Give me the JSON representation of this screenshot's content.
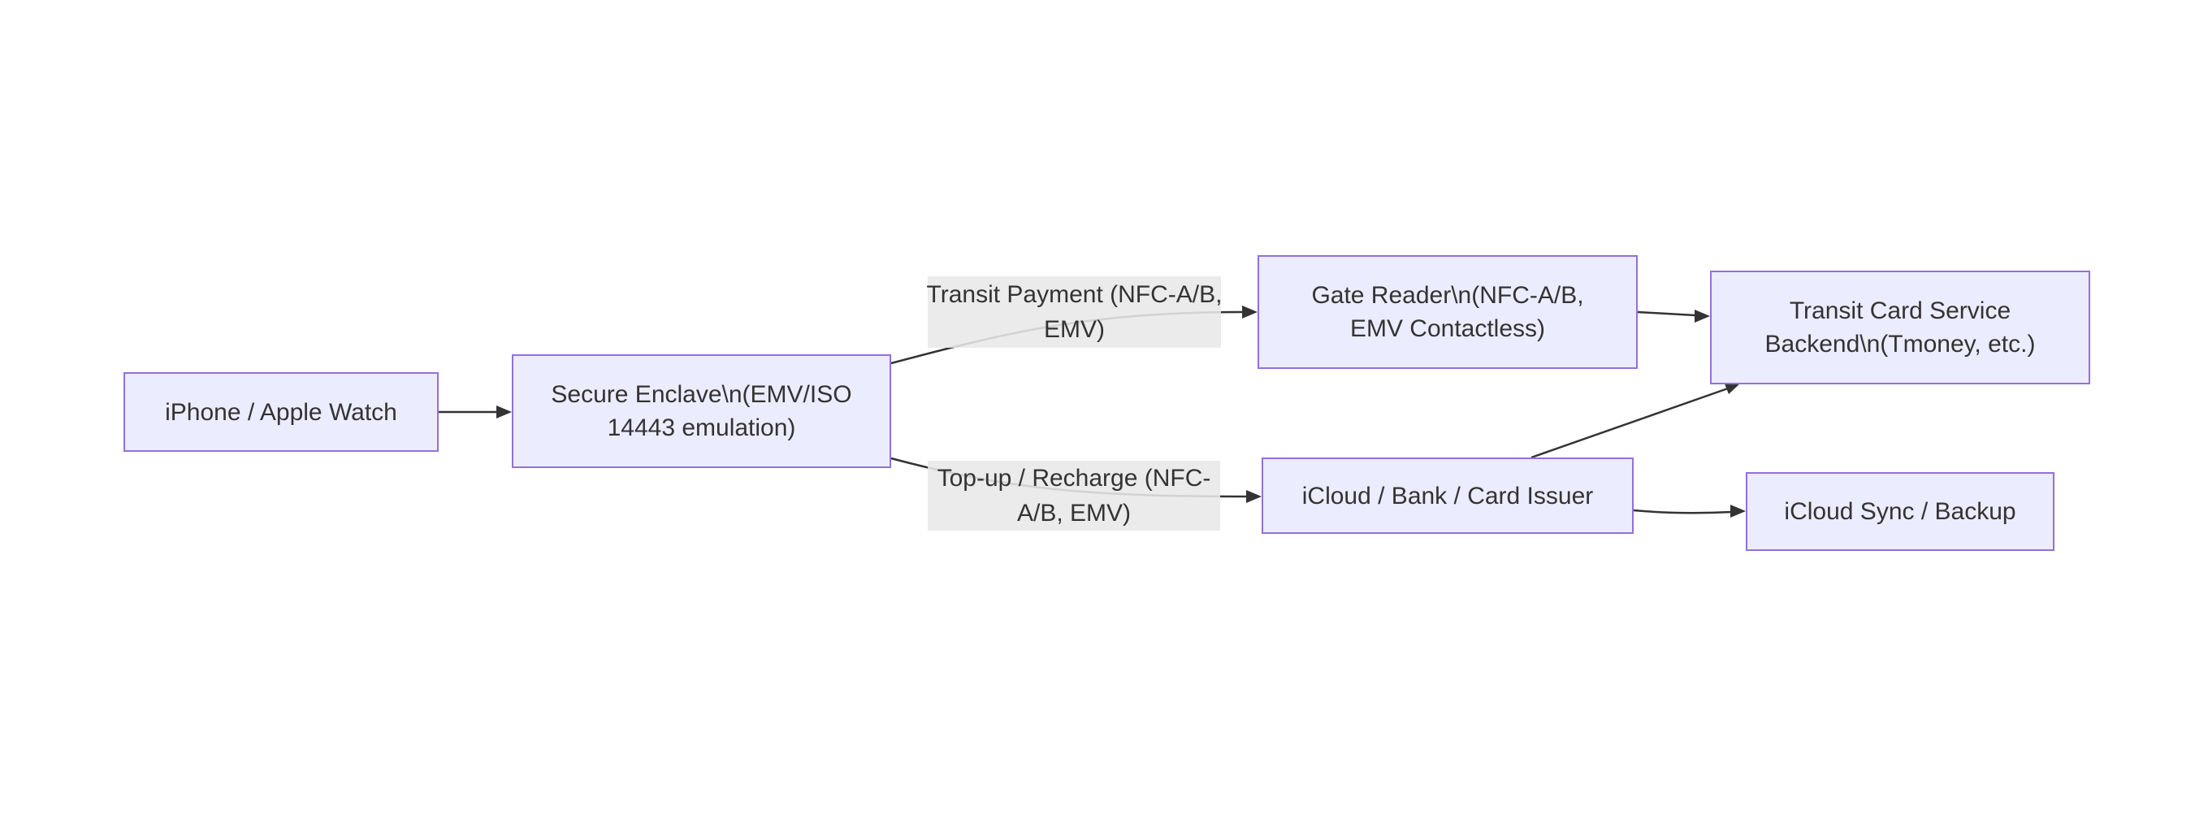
{
  "colors": {
    "background": "#ffffff",
    "node_fill": "#ECECFF",
    "node_border": "#9370DB",
    "text": "#333333",
    "arrow": "#333333",
    "edge_label_bg": "#e8e8e8"
  },
  "diagram": {
    "type": "flowchart-left-to-right",
    "nodes": [
      {
        "id": "device",
        "lines": [
          "iPhone / Apple Watch"
        ]
      },
      {
        "id": "secure",
        "lines": [
          "Secure Enclave\\n(EMV/ISO",
          "14443 emulation)"
        ]
      },
      {
        "id": "gate",
        "lines": [
          "Gate Reader\\n(NFC-A/B,",
          "EMV Contactless)"
        ]
      },
      {
        "id": "backend",
        "lines": [
          "Transit Card Service",
          "Backend\\n(Tmoney, etc.)"
        ]
      },
      {
        "id": "icloud_bank",
        "lines": [
          "iCloud / Bank / Card Issuer"
        ]
      },
      {
        "id": "icloud_sync",
        "lines": [
          "iCloud Sync / Backup"
        ]
      }
    ],
    "edges": [
      {
        "from": "device",
        "to": "secure",
        "label": ""
      },
      {
        "from": "secure",
        "to": "gate",
        "label": "Transit Payment (NFC-A/B, EMV)"
      },
      {
        "from": "secure",
        "to": "icloud_bank",
        "label": "Top-up / Recharge (NFC-A/B, EMV)"
      },
      {
        "from": "gate",
        "to": "backend",
        "label": ""
      },
      {
        "from": "icloud_bank",
        "to": "backend",
        "label": ""
      },
      {
        "from": "icloud_bank",
        "to": "icloud_sync",
        "label": ""
      }
    ],
    "edge_labels": [
      {
        "id": "transit_payment",
        "lines": [
          "Transit Payment (NFC-A/B,",
          "EMV)"
        ]
      },
      {
        "id": "topup",
        "lines": [
          "Top-up / Recharge (NFC-",
          "A/B, EMV)"
        ]
      }
    ]
  }
}
